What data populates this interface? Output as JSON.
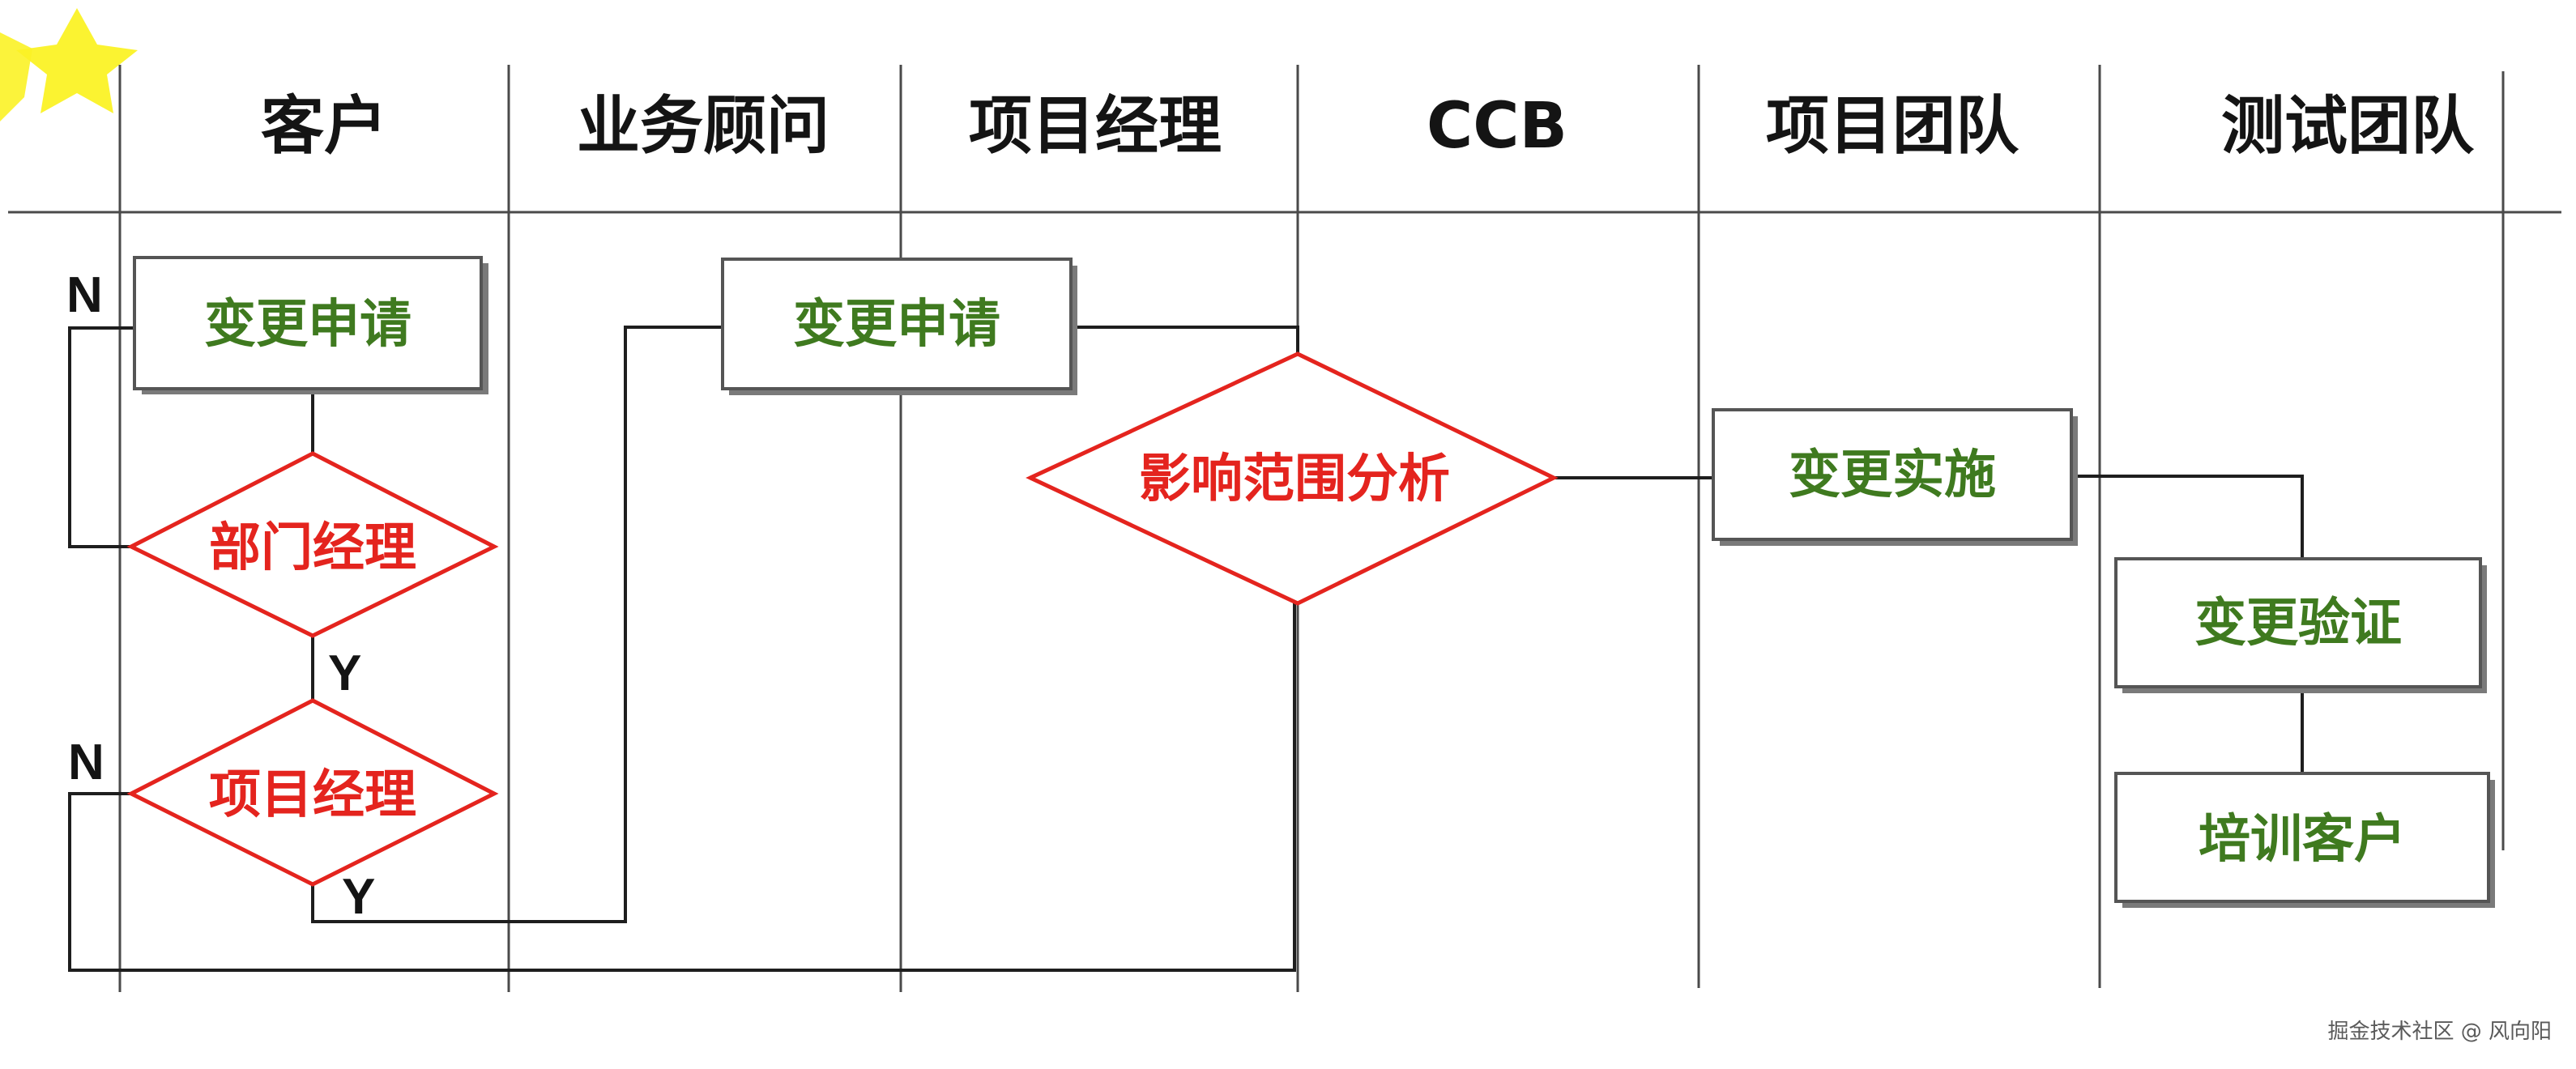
{
  "lanes": [
    {
      "id": "customer",
      "label": "客户"
    },
    {
      "id": "consultant",
      "label": "业务顾问"
    },
    {
      "id": "pm",
      "label": "项目经理"
    },
    {
      "id": "ccb",
      "label": "CCB"
    },
    {
      "id": "project_team",
      "label": "项目团队"
    },
    {
      "id": "test_team",
      "label": "测试团队"
    }
  ],
  "nodes": {
    "customer_request": {
      "label": "变更申请",
      "kind": "process",
      "lane": "customer"
    },
    "dept_manager": {
      "label": "部门经理",
      "kind": "decision",
      "lane": "customer"
    },
    "customer_pm_review": {
      "label": "项目经理",
      "kind": "decision",
      "lane": "customer"
    },
    "consultant_request": {
      "label": "变更申请",
      "kind": "process",
      "lane": "consultant"
    },
    "impact_analysis": {
      "label": "影响范围分析",
      "kind": "decision",
      "lane": "ccb"
    },
    "change_implementation": {
      "label": "变更实施",
      "kind": "process",
      "lane": "project_team"
    },
    "change_verification": {
      "label": "变更验证",
      "kind": "process",
      "lane": "test_team"
    },
    "customer_training": {
      "label": "培训客户",
      "kind": "process",
      "lane": "test_team"
    }
  },
  "edge_labels": {
    "dept_no": "N",
    "dept_yes": "Y",
    "pm_no": "N",
    "pm_yes": "Y"
  },
  "colors": {
    "process_text": "#3f7a1f",
    "decision_text": "#e4241e",
    "decision_border": "#e4241e",
    "line": "#1e1e1e"
  },
  "watermark": "掘金技术社区 @ 风向阳"
}
